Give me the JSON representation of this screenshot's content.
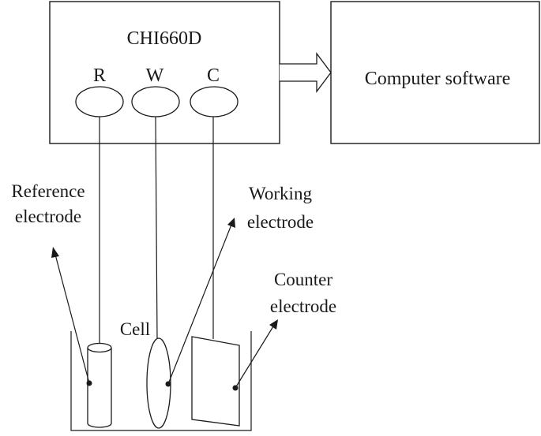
{
  "instrument": {
    "name": "CHI660D",
    "ports": {
      "r": "R",
      "w": "W",
      "c": "C"
    }
  },
  "computer": {
    "label": "Computer software"
  },
  "labels": {
    "reference_line1": "Reference",
    "reference_line2": "electrode",
    "working_line1": "Working",
    "working_line2": "electrode",
    "counter_line1": "Counter",
    "counter_line2": "electrode",
    "cell": "Cell"
  }
}
